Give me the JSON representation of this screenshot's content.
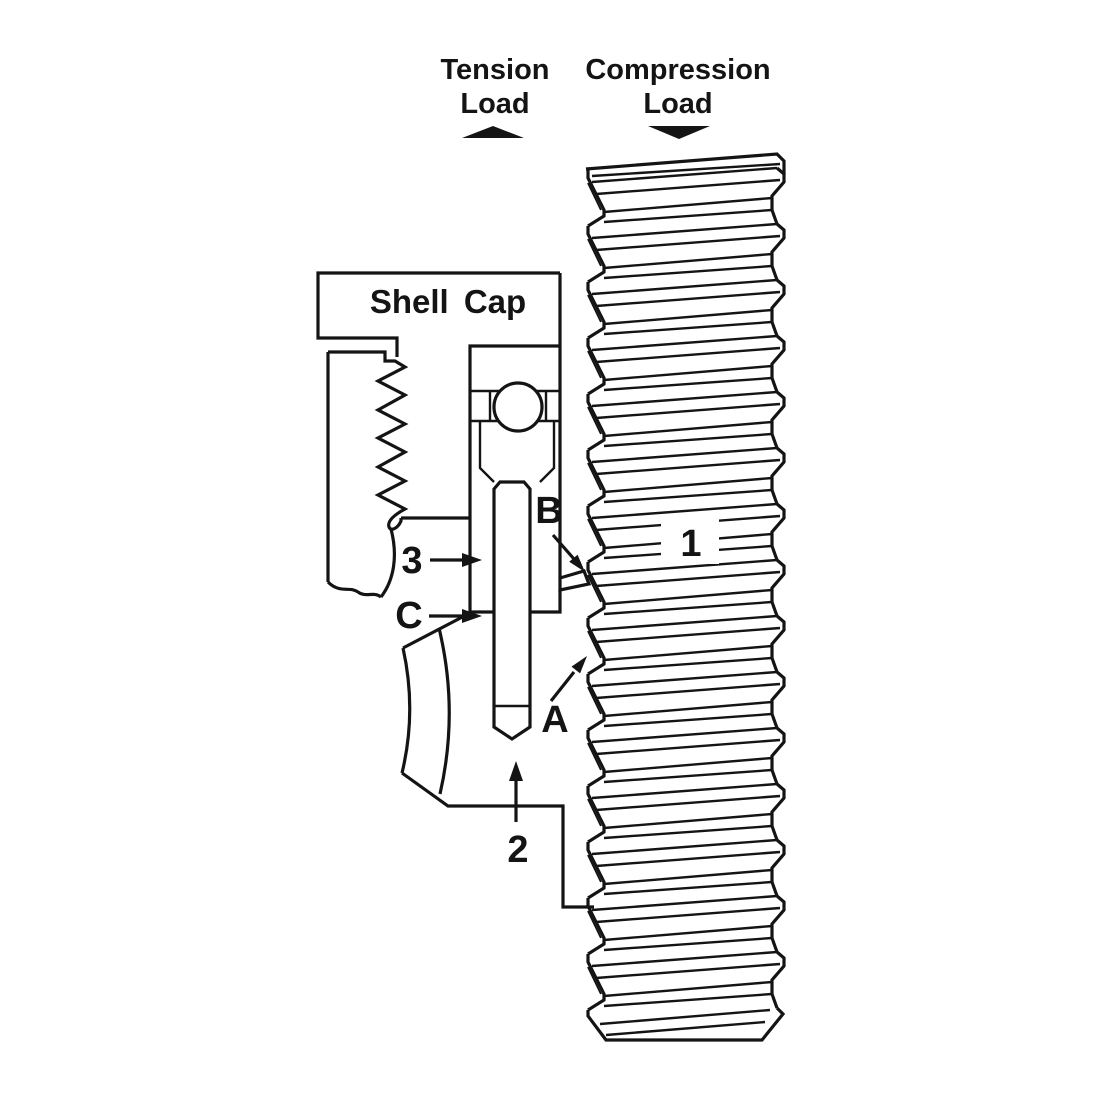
{
  "diagram": {
    "load_labels": {
      "tension_line1": "Tension",
      "tension_line2": "Load",
      "compression_line1": "Compression",
      "compression_line2": "Load"
    },
    "part_labels": {
      "shell_cap": "Shell Cap"
    },
    "callouts": {
      "thread": "1",
      "bore": "2",
      "pin": "3",
      "root_a": "A",
      "flank_b": "B",
      "clearance_c": "C"
    },
    "icons": {
      "tension_arrow": "up-triangle",
      "compression_arrow": "down-triangle"
    },
    "colors": {
      "line": "#141414",
      "background": "#ffffff"
    }
  }
}
